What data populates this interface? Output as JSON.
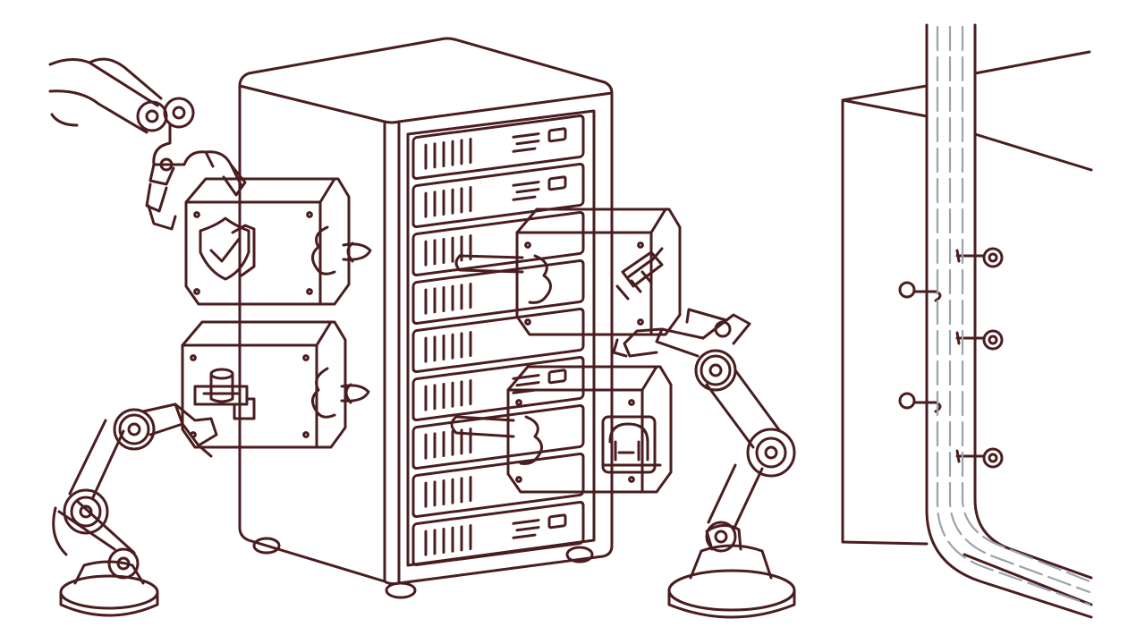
{
  "colors": {
    "ink": "#4a1d1f",
    "conduit": "#9aa3ab",
    "background": "#ffffff"
  },
  "scene": {
    "objects": [
      "server-rack",
      "module-shield-icon",
      "module-database-icon",
      "module-chip-icon",
      "module-terminal-icon",
      "robotic-arm-top-left",
      "robotic-arm-bottom-left",
      "robotic-arm-right",
      "wall-panel",
      "cable-conduit"
    ]
  }
}
